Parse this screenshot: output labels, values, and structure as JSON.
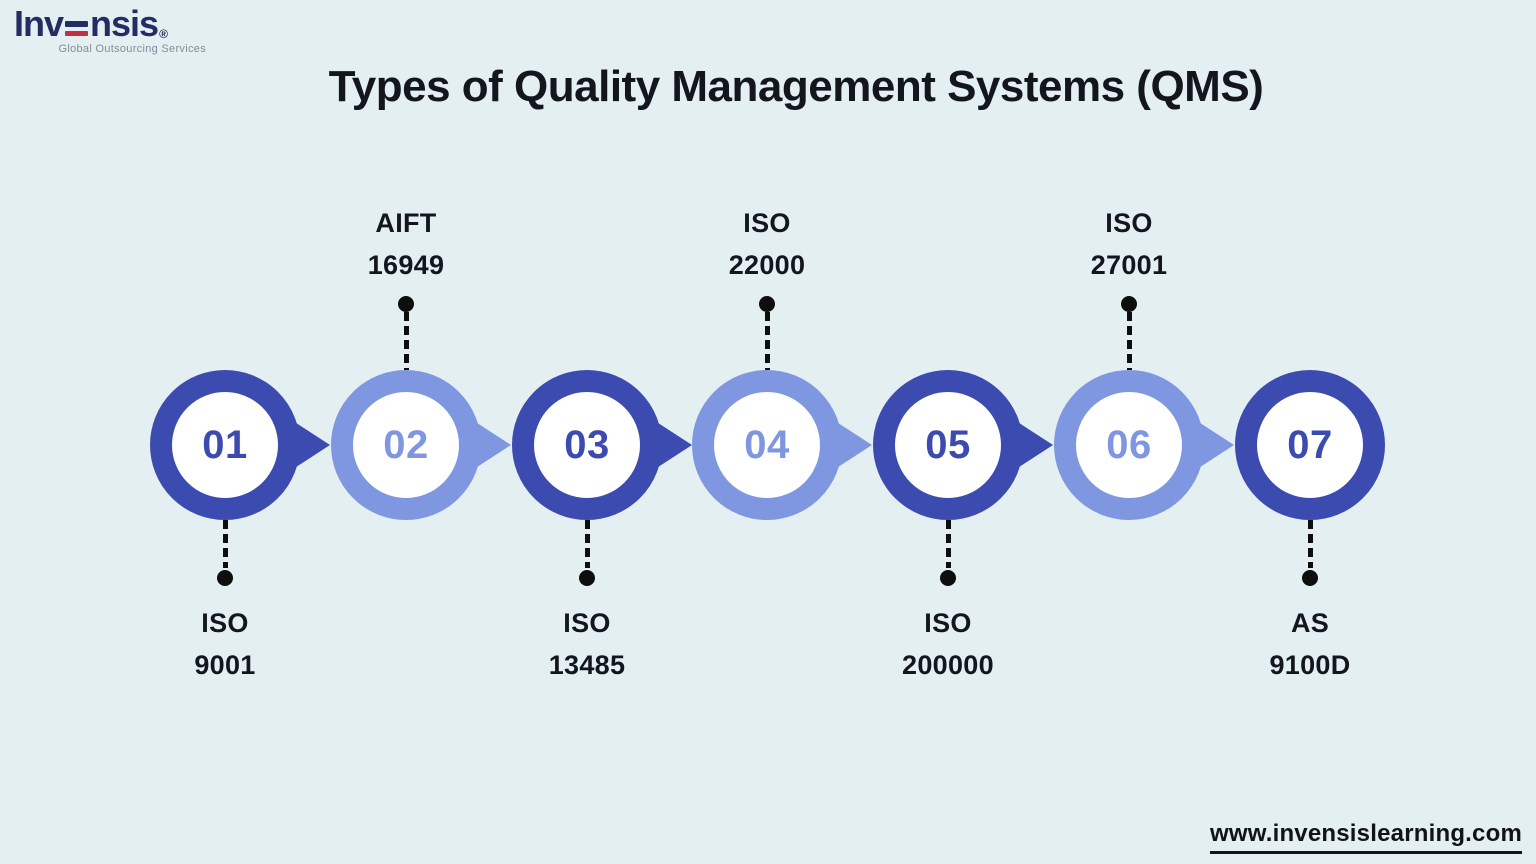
{
  "logo": {
    "part1": "Inv",
    "part2": "nsis",
    "reg": "®",
    "tagline": "Global Outsourcing Services",
    "navy_color": "#232c63",
    "red_color": "#c0303f"
  },
  "title": "Types of Quality Management Systems (QMS)",
  "colors": {
    "background": "#e4eff1",
    "dark_ring": "#3c4bb0",
    "light_ring": "#7f97e0",
    "text": "#14161e",
    "connector": "#0e0e0e"
  },
  "timeline": {
    "items": [
      {
        "number": "01",
        "label_line1": "ISO",
        "label_line2": "9001",
        "label_position": "below",
        "variant": "dark",
        "color": "#3c4bb0"
      },
      {
        "number": "02",
        "label_line1": "AIFT",
        "label_line2": "16949",
        "label_position": "above",
        "variant": "light",
        "color": "#7f97e0"
      },
      {
        "number": "03",
        "label_line1": "ISO",
        "label_line2": "13485",
        "label_position": "below",
        "variant": "dark",
        "color": "#3c4bb0"
      },
      {
        "number": "04",
        "label_line1": "ISO",
        "label_line2": "22000",
        "label_position": "above",
        "variant": "light",
        "color": "#7f97e0"
      },
      {
        "number": "05",
        "label_line1": "ISO",
        "label_line2": "200000",
        "label_position": "below",
        "variant": "dark",
        "color": "#3c4bb0"
      },
      {
        "number": "06",
        "label_line1": "ISO",
        "label_line2": "27001",
        "label_position": "above",
        "variant": "light",
        "color": "#7f97e0"
      },
      {
        "number": "07",
        "label_line1": "AS",
        "label_line2": "9100D",
        "label_position": "below",
        "variant": "dark",
        "color": "#3c4bb0"
      }
    ]
  },
  "footer": {
    "url": "www.invensislearning.com"
  }
}
